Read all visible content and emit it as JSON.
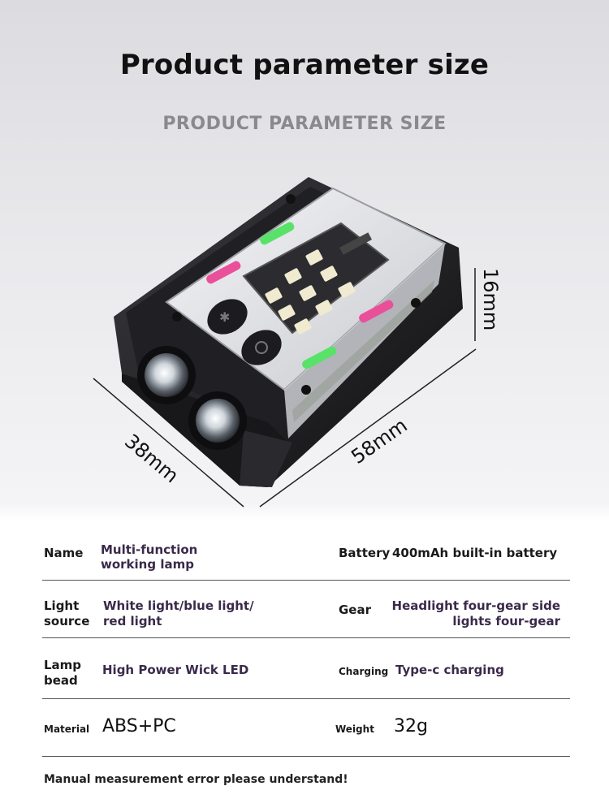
{
  "header": {
    "title": "Product parameter size",
    "subtitle": "PRODUCT PARAMETER SIZE"
  },
  "dimensions": {
    "height": "16mm",
    "width": "38mm",
    "length": "58mm"
  },
  "specs": {
    "name": {
      "label": "Name",
      "value": "Multi-function working lamp",
      "line1": "Multi-function",
      "line2": "working lamp"
    },
    "battery": {
      "label": "Battery",
      "value": "400mAh built-in battery"
    },
    "light_source": {
      "label1": "Light",
      "label2": "source",
      "line1": "White light/blue light/",
      "line2": "red light"
    },
    "gear": {
      "label": "Gear",
      "line1": "Headlight four-gear side",
      "line2": "lights four-gear"
    },
    "lamp_bead": {
      "label1": "Lamp",
      "label2": "bead",
      "value": "High Power Wick LED"
    },
    "charging": {
      "label": "Charging",
      "value": "Type-c charging"
    },
    "material": {
      "label": "Material",
      "value": "ABS+PC"
    },
    "weight": {
      "label": "Weight",
      "value": "32g"
    }
  },
  "footer": {
    "note": "Manual measurement error please understand!"
  }
}
